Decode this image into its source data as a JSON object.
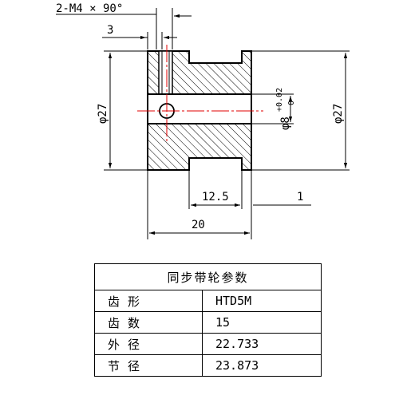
{
  "drawing": {
    "thread_note": "2-M4 × 90°",
    "dim_thread_offset": "3",
    "dim_outer_left": "φ27",
    "dim_outer_right": "φ27",
    "dim_bore": "φ8",
    "bore_tol_upper": "+0.02",
    "bore_tol_lower": "0",
    "dim_hub_width": "12.5",
    "dim_flange": "1",
    "dim_total_width": "20"
  },
  "table": {
    "title": "同步带轮参数",
    "rows": [
      {
        "label": "齿形",
        "value": "HTD5M"
      },
      {
        "label": "齿数",
        "value": "15"
      },
      {
        "label": "外径",
        "value": "22.733"
      },
      {
        "label": "节径",
        "value": "23.873"
      }
    ]
  }
}
